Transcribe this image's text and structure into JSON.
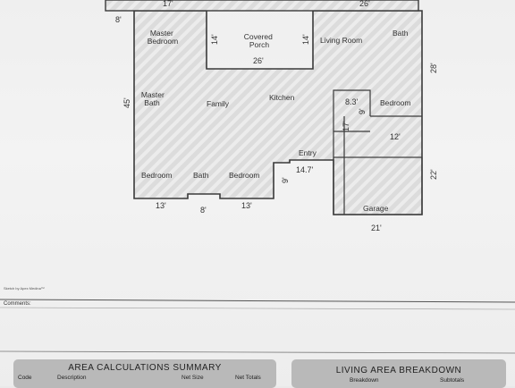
{
  "plan": {
    "rooms": [
      {
        "id": "master-bedroom",
        "lines": [
          "Master",
          "Bedroom"
        ]
      },
      {
        "id": "covered-porch",
        "lines": [
          "Covered",
          "Porch"
        ]
      },
      {
        "id": "living-room",
        "lines": [
          "Living Room"
        ]
      },
      {
        "id": "bath-top",
        "lines": [
          "Bath"
        ]
      },
      {
        "id": "master-bath",
        "lines": [
          "Master",
          "Bath"
        ]
      },
      {
        "id": "family",
        "lines": [
          "Family"
        ]
      },
      {
        "id": "kitchen",
        "lines": [
          "Kitchen"
        ]
      },
      {
        "id": "bedroom-right",
        "lines": [
          "Bedroom"
        ]
      },
      {
        "id": "bedroom-left",
        "lines": [
          "Bedroom"
        ]
      },
      {
        "id": "bath-lower",
        "lines": [
          "Bath"
        ]
      },
      {
        "id": "bedroom-mid",
        "lines": [
          "Bedroom"
        ]
      },
      {
        "id": "entry",
        "lines": [
          "Entry"
        ]
      },
      {
        "id": "garage",
        "lines": [
          "Garage"
        ]
      }
    ],
    "dimensions": {
      "top_left": "17'",
      "top_right": "26'",
      "left_notch": "8'",
      "porch_depth_left": "14'",
      "porch_depth_right": "14'",
      "porch_width": "26'",
      "right_28": "28'",
      "left_45": "45'",
      "closet_w": "8.3'",
      "closet_h": "9'",
      "hall_17": "17'",
      "bed_12": "12'",
      "entry_9": "9'",
      "entry_147": "14.7'",
      "right_22": "22'",
      "bottom_13a": "13'",
      "bottom_8": "8'",
      "bottom_13b": "13'",
      "garage_21": "21'"
    }
  },
  "footer": {
    "credit": "Sketch by Apex Medina™",
    "comments_label": "Comments:",
    "area_summary": {
      "title": "AREA CALCULATIONS SUMMARY",
      "columns": [
        "Code",
        "Description",
        "Net Size",
        "Net Totals"
      ]
    },
    "living_breakdown": {
      "title": "LIVING AREA BREAKDOWN",
      "columns": [
        "Breakdown",
        "Subtotals"
      ]
    }
  }
}
